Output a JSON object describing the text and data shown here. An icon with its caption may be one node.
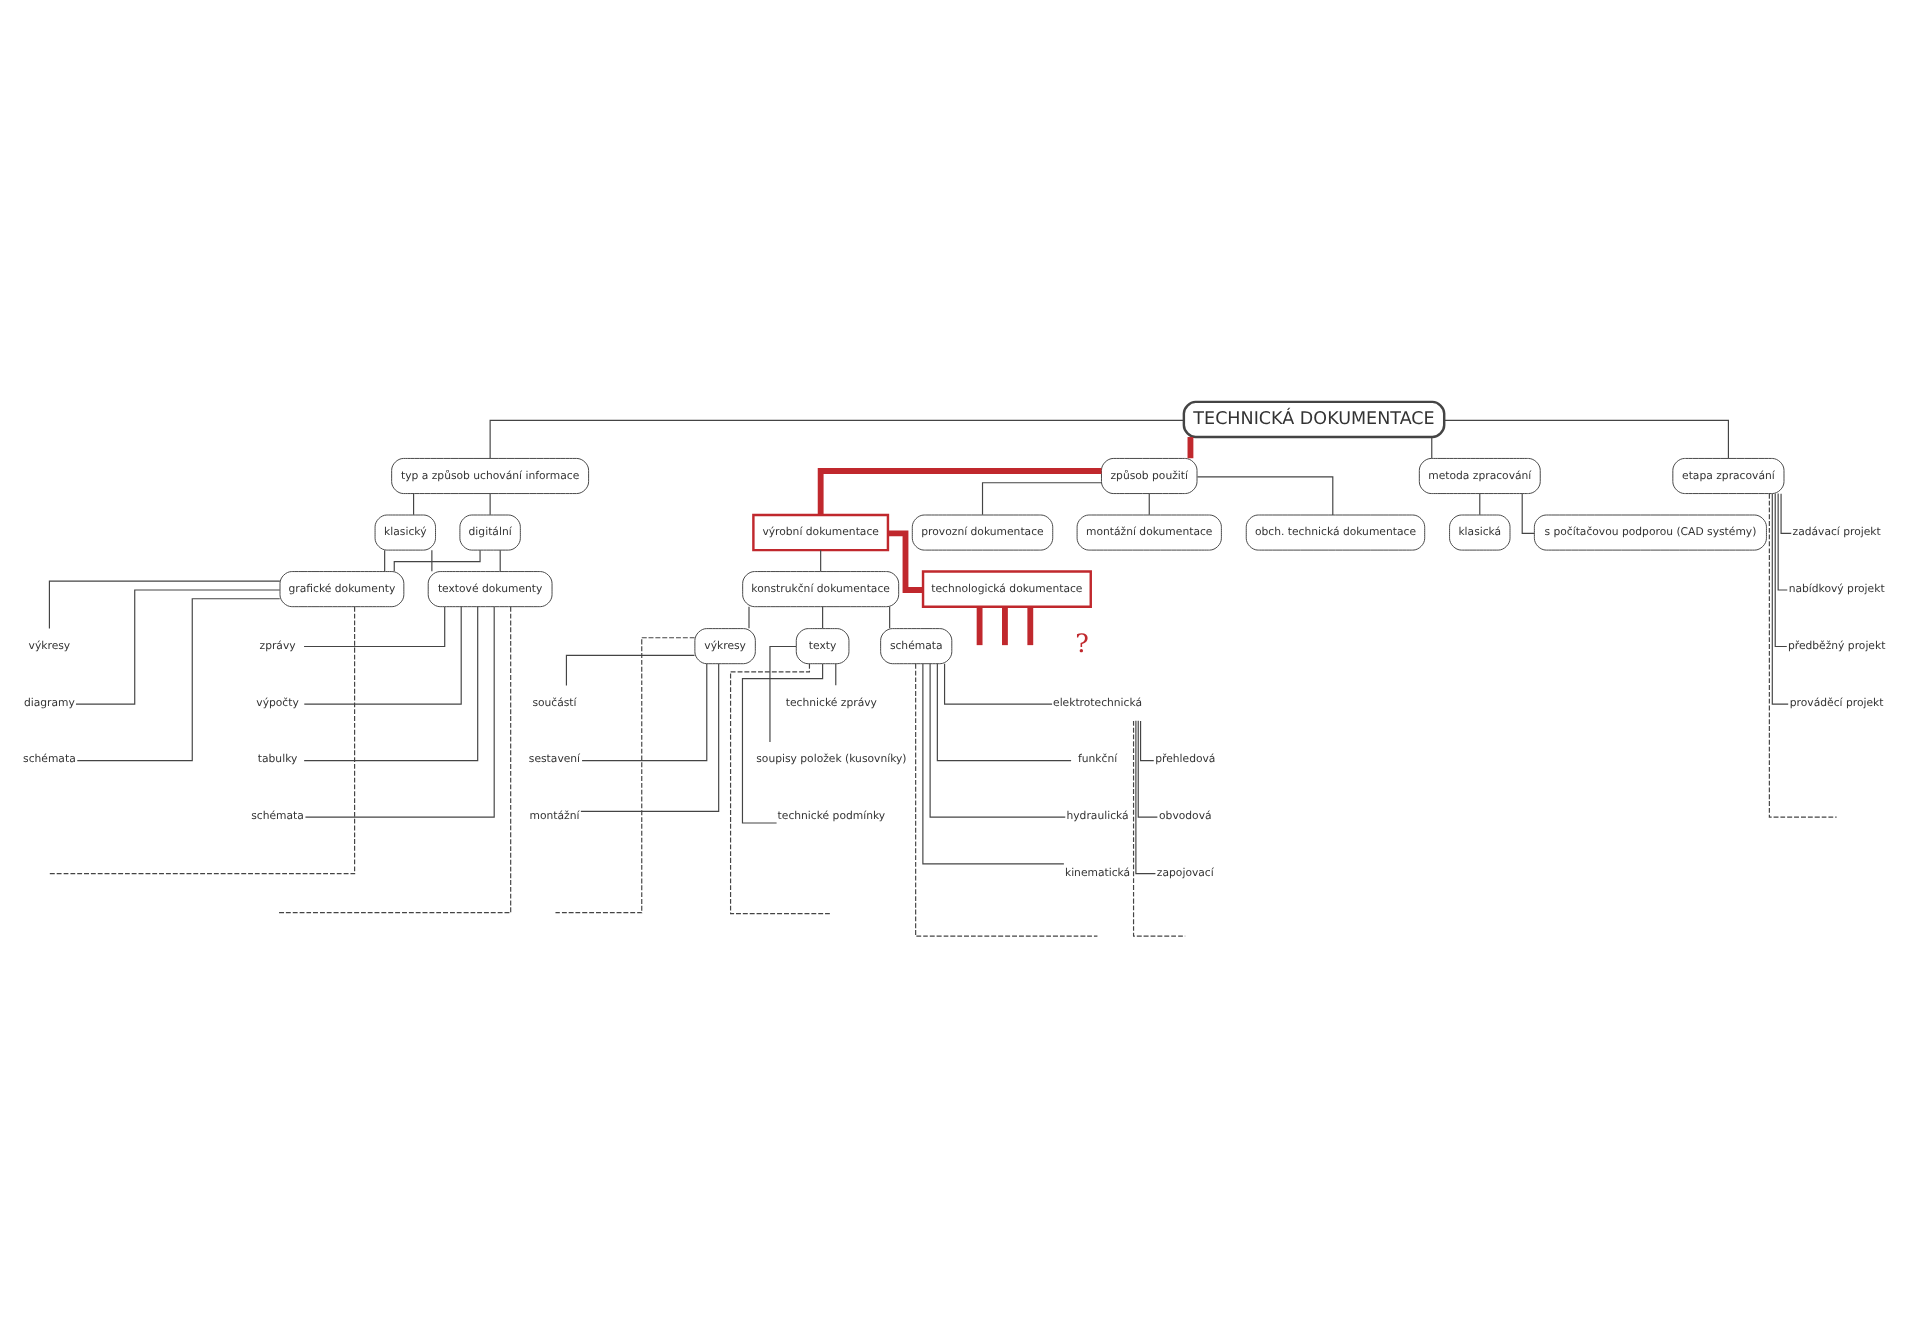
{
  "diagram": {
    "nodes": [
      {
        "text": [
          "TECHNICKÁ DOKUMENTACE"
        ]
      },
      {
        "text": [
          "typ a způsob uchování informace"
        ]
      },
      {
        "text": [
          "způsob použití"
        ]
      },
      {
        "text": [
          "metoda zpracování"
        ]
      },
      {
        "text": [
          "etapa zpracování"
        ]
      },
      {
        "text": [
          "klasický"
        ]
      },
      {
        "text": [
          "digitální"
        ]
      },
      {
        "text": [
          "grafické dokumenty"
        ]
      },
      {
        "text": [
          "textové dokumenty"
        ]
      },
      {
        "text": [
          "výkresy"
        ]
      },
      {
        "text": [
          "diagramy"
        ]
      },
      {
        "text": [
          "schémata"
        ]
      },
      {
        "text": [
          "zprávy"
        ]
      },
      {
        "text": [
          "výpočty"
        ]
      },
      {
        "text": [
          "tabulky"
        ]
      },
      {
        "text": [
          "schémata"
        ]
      },
      {
        "text": [
          "klasická"
        ]
      },
      {
        "text": [
          "s počítačovou podporou (CAD systémy)"
        ]
      },
      {
        "text": [
          "zadávací projekt"
        ]
      },
      {
        "text": [
          "nabídkový projekt"
        ]
      },
      {
        "text": [
          "předběžný projekt"
        ]
      },
      {
        "text": [
          "prováděcí projekt"
        ]
      },
      {
        "text": [
          "výrobní dokumentace"
        ]
      },
      {
        "text": [
          "provozní dokumentace"
        ]
      },
      {
        "text": [
          "montážní dokumentace"
        ]
      },
      {
        "text": [
          "obch. technická dokumentace"
        ]
      },
      {
        "text": [
          "konstrukční dokumentace"
        ]
      },
      {
        "text": [
          "technologická dokumentace"
        ]
      },
      {
        "text": [
          "výkresy"
        ]
      },
      {
        "text": [
          "texty"
        ]
      },
      {
        "text": [
          "schémata"
        ]
      },
      {
        "text": [
          "součástí"
        ]
      },
      {
        "text": [
          "sestavení"
        ]
      },
      {
        "text": [
          "montážní"
        ]
      },
      {
        "text": [
          "technické zprávy"
        ]
      },
      {
        "text": [
          "soupisy položek (kusovníky)"
        ]
      },
      {
        "text": [
          "technické podmínky"
        ]
      },
      {
        "text": [
          "elektrotechnická"
        ]
      },
      {
        "text": [
          "funkční"
        ]
      },
      {
        "text": [
          "hydraulická"
        ]
      },
      {
        "text": [
          "kinematická"
        ]
      },
      {
        "text": [
          "přehledová"
        ]
      },
      {
        "text": [
          "obvodová"
        ]
      },
      {
        "text": [
          "zapojovací"
        ]
      }
    ],
    "edges": [
      {
        "from": 0,
        "to": 1,
        "arrow": "none"
      },
      {
        "from": 0,
        "to": 2,
        "arrow": "none",
        "style": "thick",
        "color": "#c0282d"
      },
      {
        "from": 0,
        "to": 3,
        "arrow": "none"
      },
      {
        "from": 0,
        "to": 4,
        "arrow": "none"
      },
      {
        "from": 1,
        "to": 5,
        "arrow": "none"
      },
      {
        "from": 1,
        "to": 6,
        "arrow": "none"
      },
      {
        "from": 5,
        "to": 7,
        "arrow": "none"
      },
      {
        "from": 5,
        "to": 8,
        "arrow": "none"
      },
      {
        "from": 6,
        "to": 7,
        "arrow": "none"
      },
      {
        "from": 6,
        "to": 8,
        "arrow": "none"
      },
      {
        "from": 7,
        "to": 9,
        "arrow": "none"
      },
      {
        "from": 7,
        "to": 10,
        "arrow": "none"
      },
      {
        "from": 7,
        "to": 11,
        "arrow": "none"
      },
      {
        "from": 7,
        "to": null,
        "arrow": "none",
        "style": "dashed"
      },
      {
        "from": 8,
        "to": 12,
        "arrow": "none"
      },
      {
        "from": 8,
        "to": 13,
        "arrow": "none"
      },
      {
        "from": 8,
        "to": 14,
        "arrow": "none"
      },
      {
        "from": 8,
        "to": 15,
        "arrow": "none"
      },
      {
        "from": 8,
        "to": null,
        "arrow": "none",
        "style": "dashed"
      },
      {
        "from": 3,
        "to": 16,
        "arrow": "none"
      },
      {
        "from": 3,
        "to": 17,
        "arrow": "none"
      },
      {
        "from": 4,
        "to": 18,
        "arrow": "none"
      },
      {
        "from": 4,
        "to": 19,
        "arrow": "none"
      },
      {
        "from": 4,
        "to": 20,
        "arrow": "none"
      },
      {
        "from": 4,
        "to": 21,
        "arrow": "none"
      },
      {
        "from": 4,
        "to": null,
        "arrow": "none",
        "style": "dashed"
      },
      {
        "from": 2,
        "to": 22,
        "arrow": "none",
        "style": "thick",
        "color": "#c0282d"
      },
      {
        "from": 2,
        "to": 23,
        "arrow": "none"
      },
      {
        "from": 2,
        "to": 24,
        "arrow": "none"
      },
      {
        "from": 2,
        "to": 25,
        "arrow": "none"
      },
      {
        "from": 22,
        "to": 26,
        "arrow": "none"
      },
      {
        "from": 22,
        "to": 27,
        "arrow": "none",
        "style": "thick",
        "color": "#c0282d"
      },
      {
        "from": 27,
        "to": null,
        "arrow": "none",
        "style": "thick",
        "color": "#c0282d"
      },
      {
        "from": 27,
        "to": null,
        "arrow": "none",
        "style": "thick",
        "color": "#c0282d"
      },
      {
        "from": 27,
        "to": null,
        "arrow": "none",
        "style": "thick",
        "color": "#c0282d"
      },
      {
        "from": 26,
        "to": 28,
        "arrow": "none"
      },
      {
        "from": 26,
        "to": 29,
        "arrow": "none"
      },
      {
        "from": 26,
        "to": 30,
        "arrow": "none"
      },
      {
        "from": 28,
        "to": 31,
        "arrow": "none"
      },
      {
        "from": 28,
        "to": 32,
        "arrow": "none"
      },
      {
        "from": 28,
        "to": 33,
        "arrow": "none"
      },
      {
        "from": 28,
        "to": null,
        "arrow": "none",
        "style": "dashed"
      },
      {
        "from": 29,
        "to": 34,
        "arrow": "none"
      },
      {
        "from": 29,
        "to": 35,
        "arrow": "none"
      },
      {
        "from": 29,
        "to": 36,
        "arrow": "none"
      },
      {
        "from": 29,
        "to": null,
        "arrow": "none",
        "style": "dashed"
      },
      {
        "from": 30,
        "to": 37,
        "arrow": "none"
      },
      {
        "from": 30,
        "to": 38,
        "arrow": "none"
      },
      {
        "from": 30,
        "to": 39,
        "arrow": "none"
      },
      {
        "from": 30,
        "to": 40,
        "arrow": "none"
      },
      {
        "from": 30,
        "to": null,
        "arrow": "none",
        "style": "dashed"
      },
      {
        "from": 37,
        "to": 41,
        "arrow": "none"
      },
      {
        "from": 37,
        "to": 42,
        "arrow": "none"
      },
      {
        "from": 37,
        "to": 43,
        "arrow": "none"
      },
      {
        "from": 37,
        "to": null,
        "arrow": "none",
        "style": "dashed"
      }
    ],
    "labels": [
      "?"
    ]
  }
}
